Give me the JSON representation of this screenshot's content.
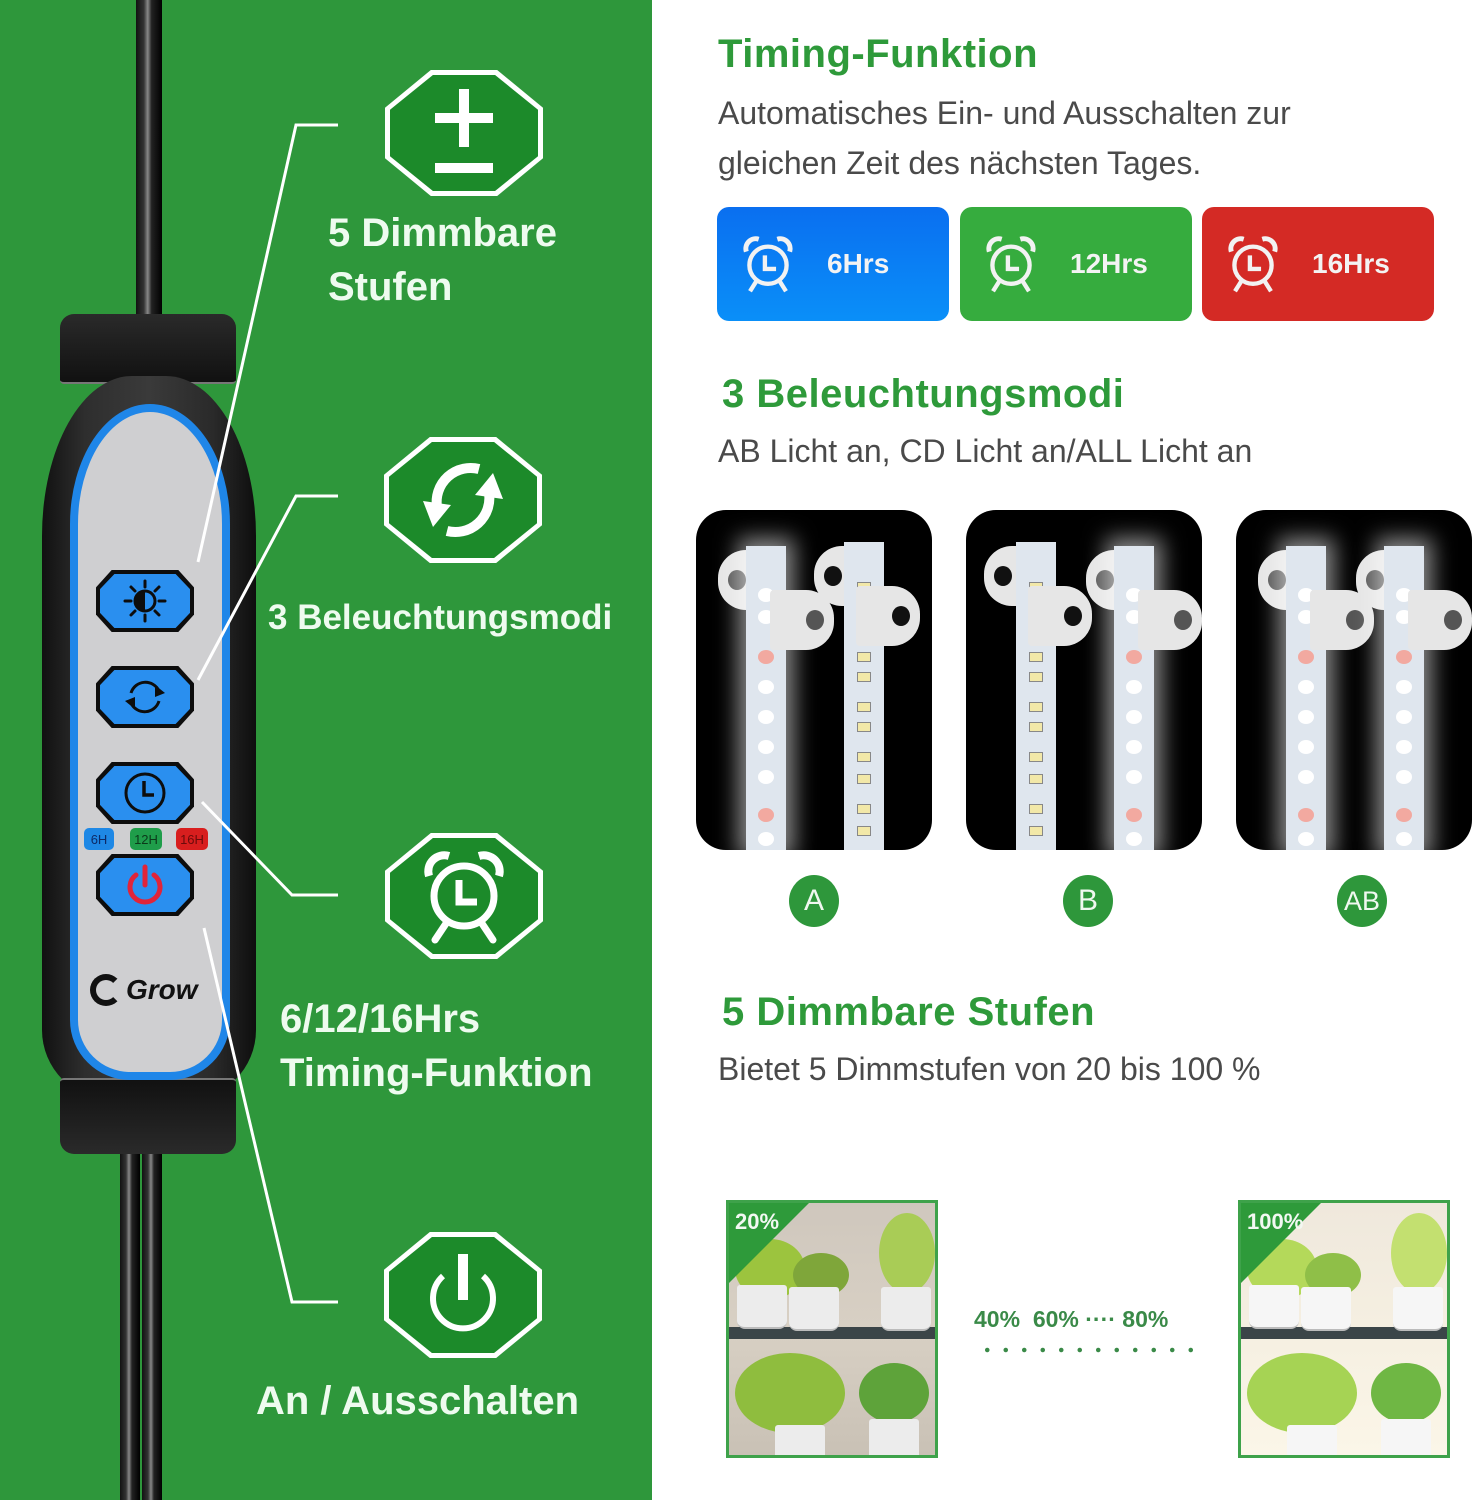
{
  "left_panel": {
    "background": "#2e973b",
    "features": [
      {
        "id": "dimming",
        "icon": "plus-minus-icon",
        "label_lines": [
          "5 Dimmbare",
          "Stufen"
        ]
      },
      {
        "id": "modes",
        "icon": "cycle-arrows-icon",
        "label_lines": [
          "3 Beleuchtungsmodi"
        ]
      },
      {
        "id": "timer",
        "icon": "alarm-clock-icon",
        "label_lines": [
          "6/12/16Hrs",
          "Timing-Funktion"
        ]
      },
      {
        "id": "power",
        "icon": "power-icon",
        "label_lines": [
          "An / Ausschalten"
        ]
      }
    ],
    "remote": {
      "buttons": [
        {
          "icon": "brightness-icon"
        },
        {
          "icon": "cycle-icon"
        },
        {
          "icon": "clock-icon"
        },
        {
          "icon": "power-icon",
          "icon_color": "#e0243a"
        }
      ],
      "timer_tags": [
        {
          "label": "6H",
          "color": "#1e88e5"
        },
        {
          "label": "12H",
          "color": "#1f9d4a"
        },
        {
          "label": "16H",
          "color": "#d81e1e"
        }
      ],
      "brand": "Grow",
      "accent": "#1f86e8"
    }
  },
  "timing": {
    "title": "Timing-Funktion",
    "description_lines": [
      "Automatisches Ein- und Ausschalten zur",
      "gleichen Zeit des nächsten Tages."
    ],
    "cards": [
      {
        "label": "6Hrs",
        "icon": "alarm-clock-icon",
        "color": "#0a7af0"
      },
      {
        "label": "12Hrs",
        "icon": "alarm-clock-icon",
        "color": "#36ac3e"
      },
      {
        "label": "16Hrs",
        "icon": "alarm-clock-icon",
        "color": "#d42a25"
      }
    ]
  },
  "modes": {
    "title": "3 Beleuchtungsmodi",
    "description": "AB Licht an, CD Licht an/ALL Licht an",
    "items": [
      {
        "badge": "A"
      },
      {
        "badge": "B"
      },
      {
        "badge": "AB"
      }
    ]
  },
  "dimming": {
    "title": "5 Dimmbare Stufen",
    "description": "Bietet 5 Dimmstufen von 20 bis 100 %",
    "low_label": "20%",
    "high_label": "100%",
    "middle_levels": [
      "40%",
      "60%",
      "····",
      "80%"
    ]
  },
  "colors": {
    "heading_green": "#2e9a3a",
    "body_gray": "#4a4a4a"
  }
}
